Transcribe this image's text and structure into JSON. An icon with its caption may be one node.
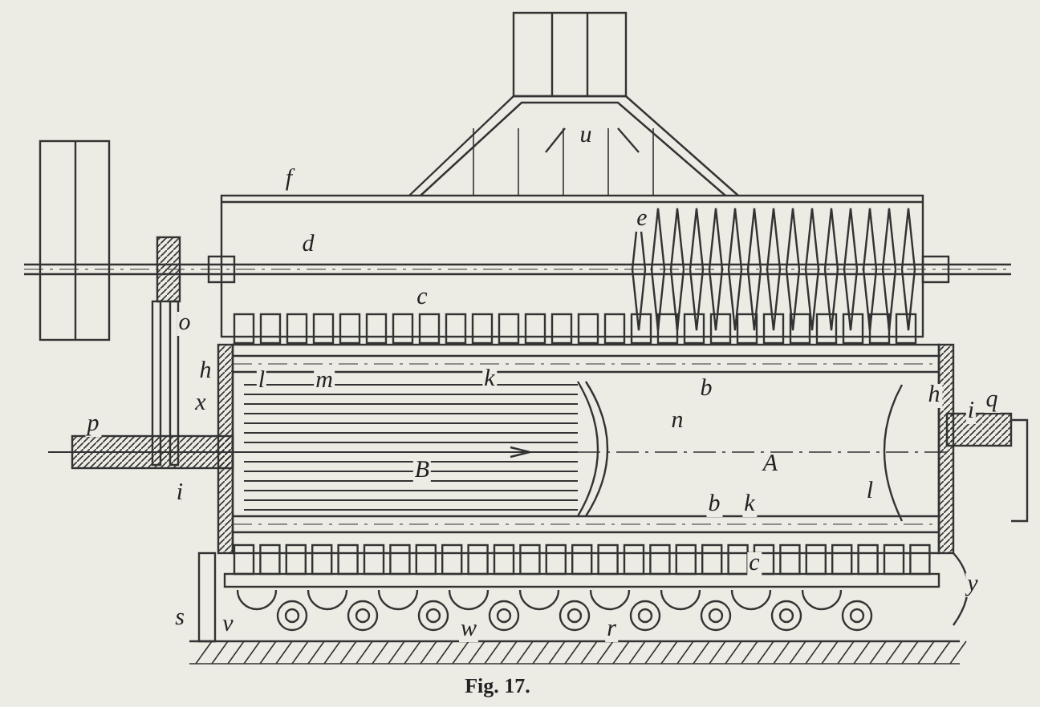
{
  "diagram": {
    "caption": "Fig. 17.",
    "labels": [
      "u",
      "f",
      "e",
      "d",
      "c",
      "o",
      "h",
      "l",
      "m",
      "k",
      "b",
      "h",
      "x",
      "i",
      "q",
      "n",
      "p",
      "A",
      "B",
      "i",
      "l",
      "b",
      "k",
      "c",
      "y",
      "s",
      "v",
      "w",
      "r"
    ]
  }
}
